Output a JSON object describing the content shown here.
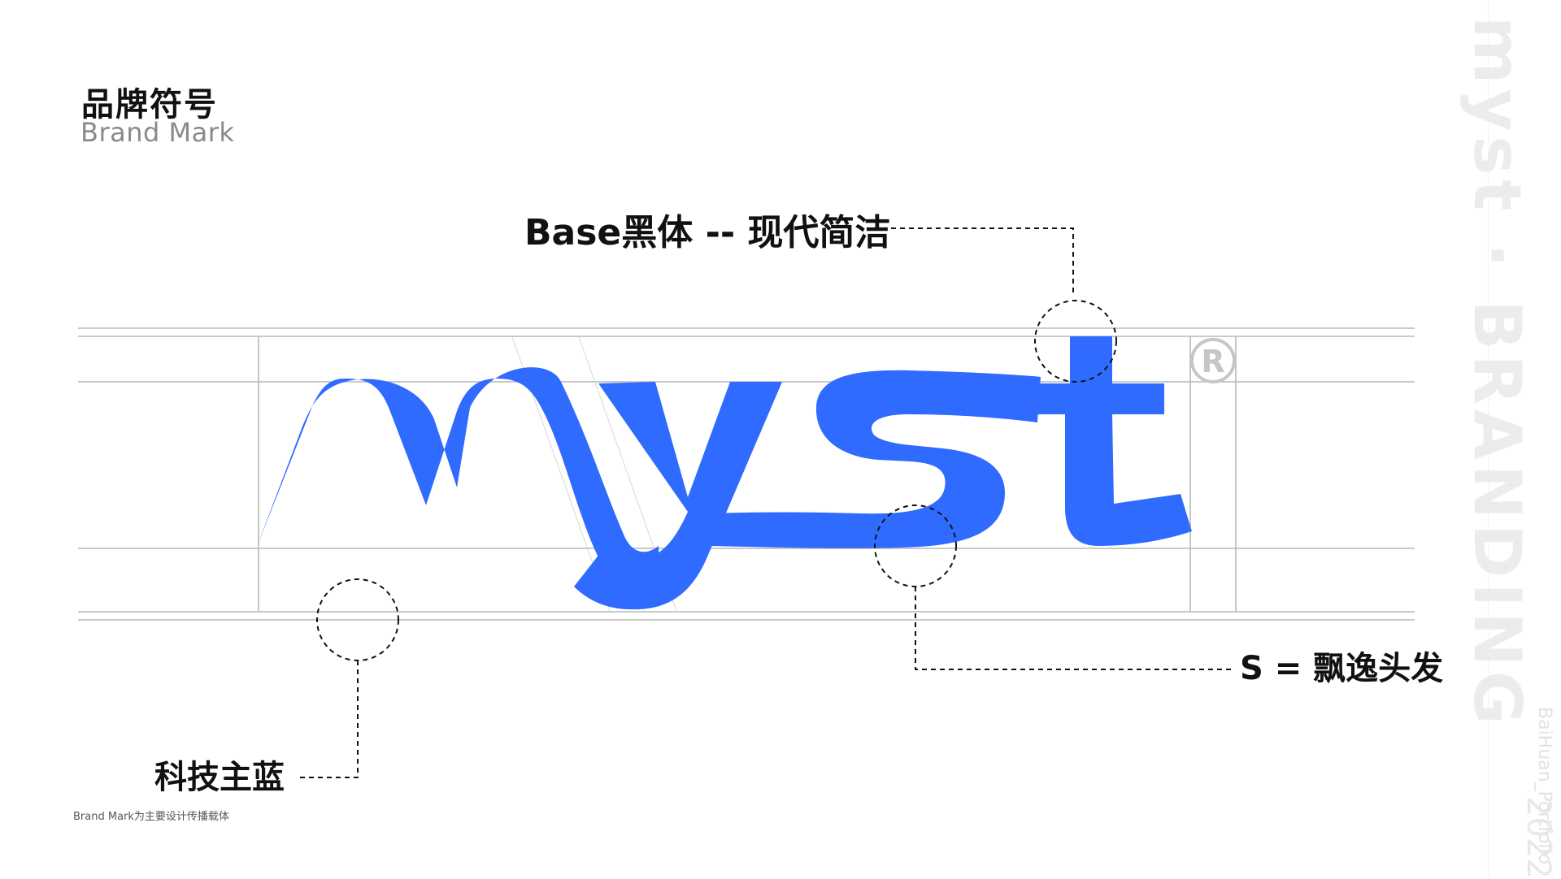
{
  "header": {
    "title_cn": "品牌符号",
    "title_en": "Brand Mark"
  },
  "logo": {
    "wordmark": "myst",
    "registered_mark": "R",
    "brand_color": "#2f6bff"
  },
  "annotations": {
    "top": "Base黑体 -- 现代简洁",
    "right": "S = 飘逸头发",
    "left": "科技主蓝"
  },
  "footnote": "Brand Mark为主要设计传播载体",
  "sidebar": {
    "brand": "myst · BRANDING",
    "portfolio": "BaiHuan_Portfolio",
    "year": "2022"
  }
}
